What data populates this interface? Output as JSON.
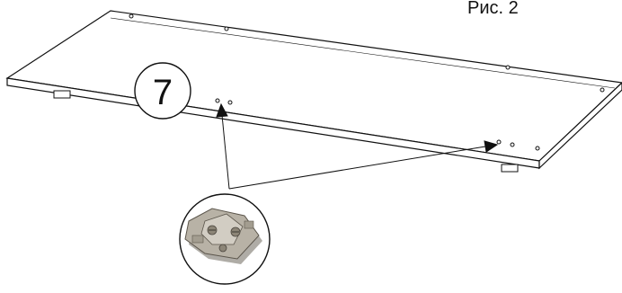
{
  "figure_label": "Рис. 2",
  "step_number": "7",
  "colors": {
    "line": "#111111",
    "panel_fill": "#ffffff",
    "hinge_plate": "#b8b2a6",
    "hinge_shadow": "#6e675c"
  },
  "parts": {
    "panel": "shelf-panel",
    "detail": "hinge-mounting-plate"
  }
}
